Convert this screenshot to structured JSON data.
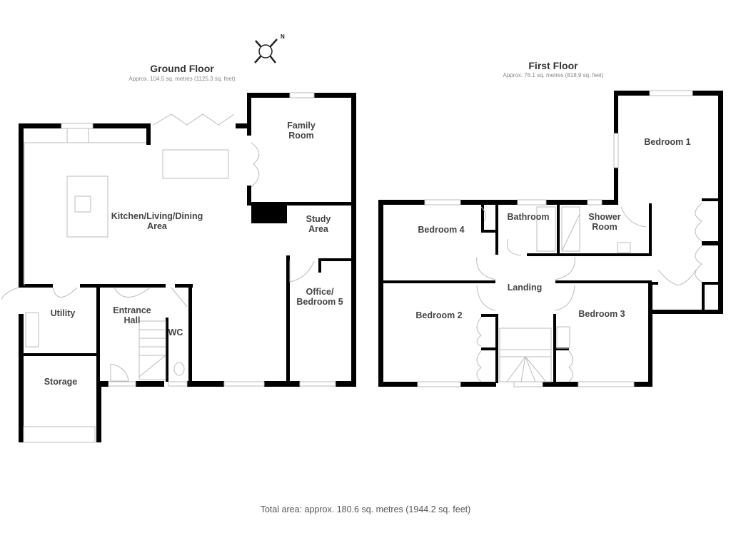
{
  "compass": {
    "north_label": "N"
  },
  "ground_floor": {
    "title": "Ground Floor",
    "area": "Approx. 104.5 sq. metres (1125.3 sq. feet)",
    "rooms": [
      {
        "name": "Kitchen/Living/Dining",
        "name2": "Area"
      },
      {
        "name": "Family",
        "name2": "Room"
      },
      {
        "name": "Study",
        "name2": "Area"
      },
      {
        "name": "Office/",
        "name2": "Bedroom 5"
      },
      {
        "name": "Utility"
      },
      {
        "name": "Entrance",
        "name2": "Hall"
      },
      {
        "name": "WC"
      },
      {
        "name": "Storage"
      }
    ]
  },
  "first_floor": {
    "title": "First Floor",
    "area": "Approx. 76.1 sq. metres (818.9 sq. feet)",
    "rooms": [
      {
        "name": "Bedroom 1"
      },
      {
        "name": "Bedroom 4"
      },
      {
        "name": "Bathroom"
      },
      {
        "name": "Shower",
        "name2": "Room"
      },
      {
        "name": "Landing"
      },
      {
        "name": "Bedroom 2"
      },
      {
        "name": "Bedroom 3"
      }
    ]
  },
  "total_area": "Total area: approx. 180.6 sq. metres (1944.2 sq. feet)",
  "colors": {
    "wall": "#000000",
    "fixture": "#bbbbbb",
    "text": "#444444"
  }
}
